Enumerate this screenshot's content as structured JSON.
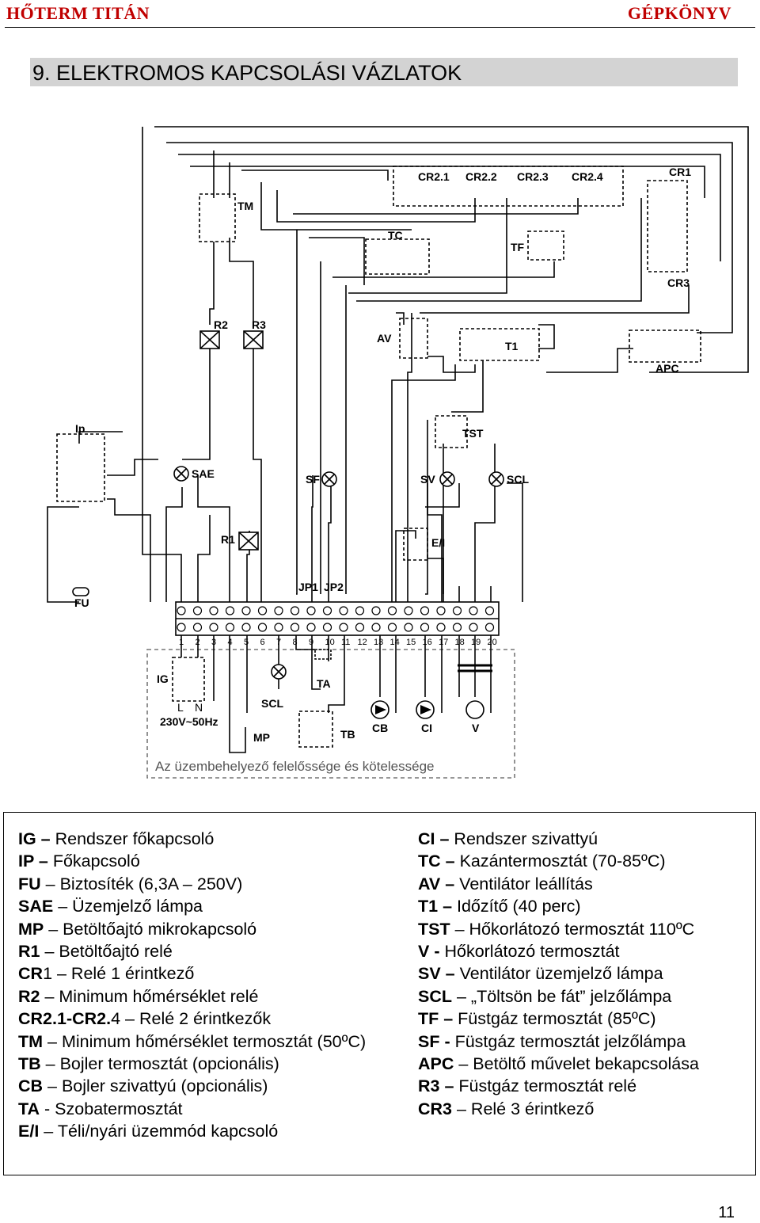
{
  "header": {
    "left": "HŐTERM TITÁN",
    "right": "GÉPKÖNYV"
  },
  "section_title": "9. ELEKTROMOS KAPCSOLÁSI VÁZLATOK",
  "diagram": {
    "relay_group_labels": [
      "CR2.1",
      "CR2.2",
      "CR2.3",
      "CR2.4"
    ],
    "relay_labels": {
      "cr1": "CR1",
      "cr3": "CR3",
      "tm": "TM",
      "tc": "TC",
      "tf": "TF",
      "av": "AV",
      "t1": "T1",
      "apc": "APC",
      "tst": "TST",
      "ip": "Ip",
      "ei": "E/I"
    },
    "lamp_labels": {
      "sae": "SAE",
      "sf": "SF",
      "sv": "SV",
      "scl": "SCL",
      "scl2": "SCL"
    },
    "coil_labels": {
      "r2": "R2",
      "r3": "R3",
      "r1": "R1"
    },
    "fuse_label": "FU",
    "jumpers": [
      "JP1",
      "JP2"
    ],
    "terminal_numbers": [
      "1",
      "2",
      "3",
      "4",
      "5",
      "6",
      "7",
      "8",
      "9",
      "10",
      "11",
      "12",
      "13",
      "14",
      "15",
      "16",
      "17",
      "18",
      "19",
      "20"
    ],
    "field_labels": {
      "ig": "IG",
      "l": "L",
      "n": "N",
      "supply": "230V~50Hz",
      "mp": "MP",
      "ta": "TA",
      "tb": "TB",
      "cb": "CB",
      "ci": "CI",
      "v": "V"
    },
    "installer_note": "Az üzembehelyező felelőssége és kötelessége"
  },
  "legend": {
    "left": [
      {
        "code": "IG –",
        "text": " Rendszer főkapcsoló"
      },
      {
        "code": "IP –",
        "text": "  Főkapcsoló"
      },
      {
        "code": "FU",
        "text": " – Biztosíték (6,3A – 250V)"
      },
      {
        "code": "SAE",
        "text": " – Üzemjelző lámpa"
      },
      {
        "code": "MP",
        "text": " – Betöltőajtó mikrokapcsoló"
      },
      {
        "code": "R1",
        "text": " –  Betöltőajtó relé"
      },
      {
        "code": "CR",
        "text": "1 – Relé 1 érintkező"
      },
      {
        "code": "R2",
        "text": " –  Minimum hőmérséklet relé"
      },
      {
        "code": "CR2.1-CR2.",
        "text": "4 – Relé 2 érintkezők"
      },
      {
        "code": "TM",
        "text": " – Minimum hőmérséklet termosztát (50ºC)"
      },
      {
        "code": "TB",
        "text": " –  Bojler termosztát (opcionális)"
      },
      {
        "code": "CB",
        "text": " –  Bojler szivattyú (opcionális)"
      },
      {
        "code": "TA",
        "text": " -  Szobatermosztát"
      },
      {
        "code": "E/I",
        "text": " –  Téli/nyári üzemmód kapcsoló"
      }
    ],
    "right": [
      {
        "code": "CI –",
        "text": "  Rendszer szivattyú"
      },
      {
        "code": "TC –",
        "text": "  Kazántermosztát (70-85ºC)"
      },
      {
        "code": "AV –",
        "text": " Ventilátor leállítás"
      },
      {
        "code": "T1 –",
        "text": "  Időzítő (40 perc)"
      },
      {
        "code": "TST",
        "text": " – Hőkorlátozó termosztát 110ºC"
      },
      {
        "code": "V -",
        "text": "   Hőkorlátozó termosztát"
      },
      {
        "code": "SV –",
        "text": "  Ventilátor üzemjelző lámpa"
      },
      {
        "code": "SCL",
        "text": " – „Töltsön be fát” jelzőlámpa"
      },
      {
        "code": "TF –",
        "text": "  Füstgáz termosztát (85ºC)"
      },
      {
        "code": "SF -",
        "text": "  Füstgáz termosztát jelzőlámpa"
      },
      {
        "code": "APC",
        "text": " – Betöltő művelet bekapcsolása"
      },
      {
        "code": "R3 –",
        "text": "  Füstgáz termosztát relé"
      },
      {
        "code": "CR3",
        "text": " – Relé 3 érintkező"
      }
    ]
  },
  "page_number": "11"
}
